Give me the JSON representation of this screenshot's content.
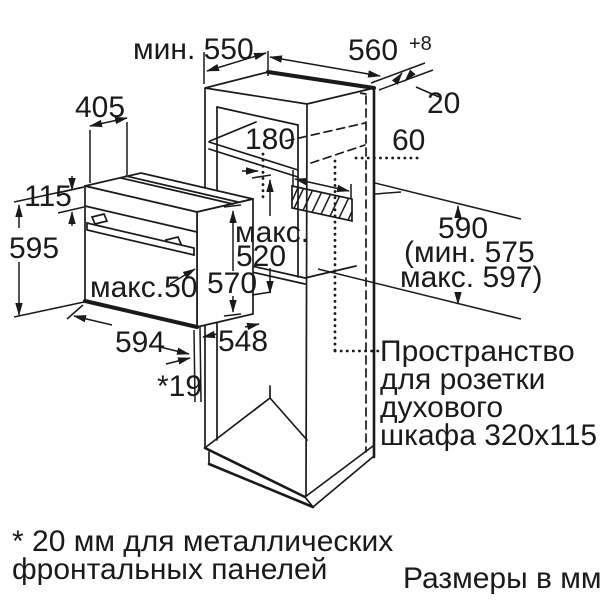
{
  "drawing": {
    "colors": {
      "line": "#1a1a1a",
      "background": "#ffffff"
    },
    "dimensions": {
      "top_depth": "мин. 550",
      "niche_width": "560",
      "niche_width_tolerance": "+8",
      "rear_gap": "20",
      "top_compartment_height": "180",
      "socket_offset": "60",
      "control_panel_height": "115",
      "oven_height": "595",
      "oven_top_depth": "405",
      "insert_depth_prefix": "макс.",
      "insert_depth": "520",
      "body_height": "570",
      "door_protrusion": "макс.50",
      "oven_width": "594",
      "oven_depth": "548",
      "front_gap": "*19",
      "niche_height": "590",
      "niche_height_min": "(мин. 575",
      "niche_height_max": "макс. 597)"
    },
    "socket_note": {
      "line1": "Пространство",
      "line2": "для розетки",
      "line3": "духового",
      "line4": "шкафа 320x115"
    },
    "footnote": {
      "line1": "* 20 мм для металлических",
      "line2": "фронтальных панелей"
    },
    "units_note": "Размеры в мм"
  }
}
